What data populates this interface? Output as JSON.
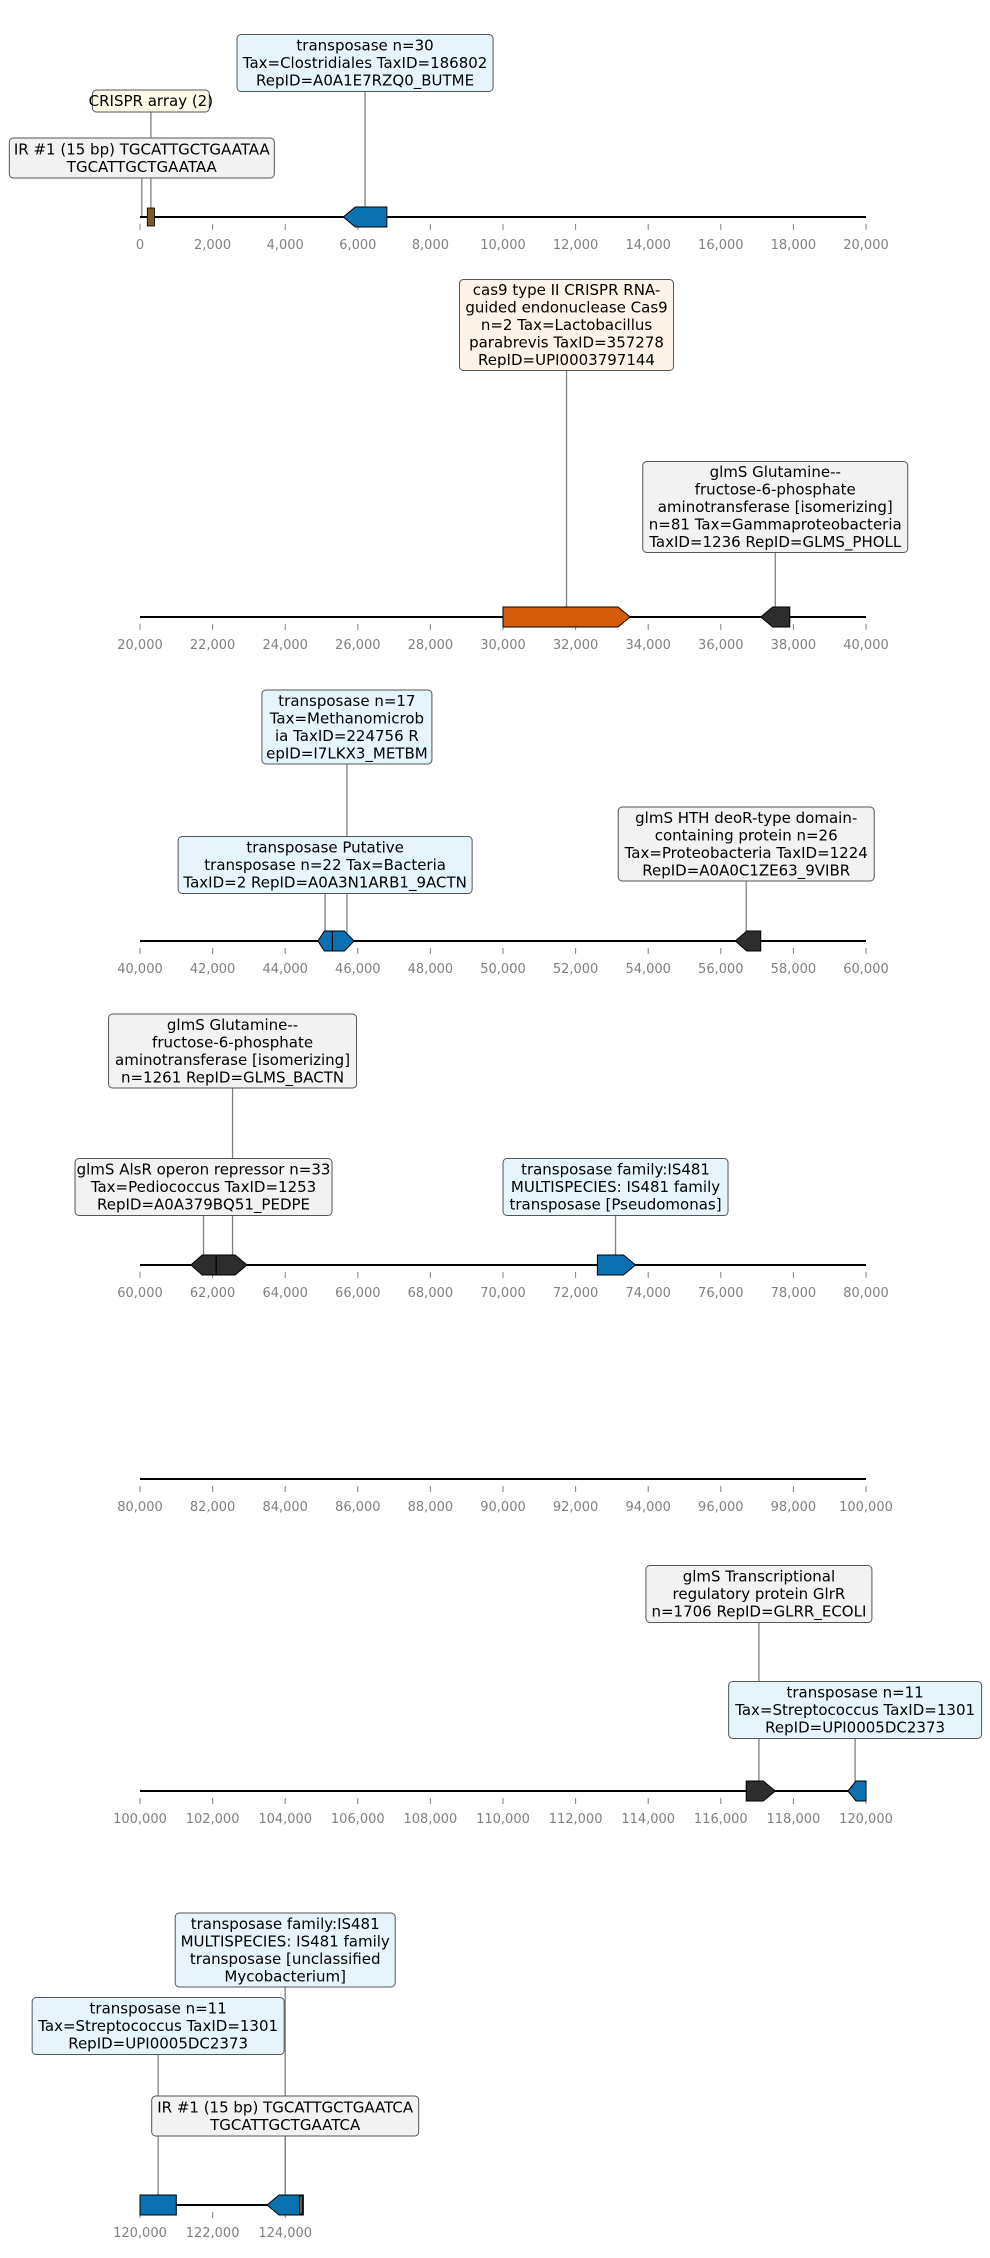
{
  "colors": {
    "transposase": "#0a71b0",
    "transposase_box": "#e6f5fc",
    "glms": "#2d2d2d",
    "glms_box": "#f2f2f2",
    "cas9": "#d35b0a",
    "cas9_box": "#fef3e8",
    "crispr": "#7b5a2a",
    "crispr_box": "#fdfae8",
    "axis": "#000000",
    "tick": "#808080",
    "leader": "#808080"
  },
  "tracks": [
    {
      "range": [
        0,
        20000
      ],
      "ticks": [
        "0",
        "2,000",
        "4,000",
        "6,000",
        "8,000",
        "10,000",
        "12,000",
        "14,000",
        "16,000",
        "18,000",
        "20,000"
      ],
      "features": [
        {
          "kind": "crispr",
          "start": 200,
          "end": 400
        },
        {
          "kind": "transposase",
          "start": 5600,
          "end": 6800,
          "strand": -1
        }
      ],
      "labels": [
        {
          "kind": "crispr",
          "pos": 300,
          "lines": [
            "CRISPR array (2)"
          ]
        },
        {
          "kind": "glms",
          "pos": 50,
          "lines": [
            "IR #1 (15 bp) TGCATTGCTGAATAA",
            "TGCATTGCTGAATAA"
          ]
        },
        {
          "kind": "transposase",
          "pos": 6200,
          "lines": [
            "transposase n=30",
            "Tax=Clostridiales TaxID=186802",
            "RepID=A0A1E7RZQ0_BUTME"
          ]
        }
      ]
    },
    {
      "range": [
        20000,
        40000
      ],
      "ticks": [
        "20,000",
        "22,000",
        "24,000",
        "26,000",
        "28,000",
        "30,000",
        "32,000",
        "34,000",
        "36,000",
        "38,000",
        "40,000"
      ],
      "features": [
        {
          "kind": "cas9",
          "start": 30000,
          "end": 33500,
          "strand": 1
        },
        {
          "kind": "glms",
          "start": 37100,
          "end": 37900,
          "strand": -1
        }
      ],
      "labels": [
        {
          "kind": "cas9",
          "pos": 31750,
          "lines": [
            "cas9 type II CRISPR RNA-",
            "guided endonuclease Cas9",
            "n=2 Tax=Lactobacillus",
            "parabrevis TaxID=357278",
            "RepID=UPI0003797144"
          ]
        },
        {
          "kind": "glms",
          "pos": 37500,
          "lines": [
            "glmS Glutamine--",
            "fructose-6-phosphate",
            "aminotransferase [isomerizing]",
            "n=81 Tax=Gammaproteobacteria",
            "TaxID=1236 RepID=GLMS_PHOLL"
          ]
        }
      ]
    },
    {
      "range": [
        40000,
        60000
      ],
      "ticks": [
        "40,000",
        "42,000",
        "44,000",
        "46,000",
        "48,000",
        "50,000",
        "52,000",
        "54,000",
        "56,000",
        "58,000",
        "60,000"
      ],
      "features": [
        {
          "kind": "transposase",
          "start": 44900,
          "end": 45300,
          "strand": -1
        },
        {
          "kind": "transposase",
          "start": 45300,
          "end": 45900,
          "strand": 1
        },
        {
          "kind": "glms",
          "start": 56400,
          "end": 57100,
          "strand": -1
        }
      ],
      "labels": [
        {
          "kind": "transposase",
          "pos": 45100,
          "lines": [
            "transposase Putative",
            "transposase n=22 Tax=Bacteria",
            "TaxID=2 RepID=A0A3N1ARB1_9ACTN"
          ]
        },
        {
          "kind": "transposase",
          "pos": 45700,
          "lines": [
            "transposase n=17",
            "Tax=Methanomicrob",
            "ia TaxID=224756 R",
            "epID=I7LKX3_METBM"
          ]
        },
        {
          "kind": "glms",
          "pos": 56700,
          "lines": [
            "glmS HTH deoR-type domain-",
            "containing protein n=26",
            "Tax=Proteobacteria TaxID=1224",
            "RepID=A0A0C1ZE63_9VIBR"
          ]
        }
      ]
    },
    {
      "range": [
        60000,
        80000
      ],
      "ticks": [
        "60,000",
        "62,000",
        "64,000",
        "66,000",
        "68,000",
        "70,000",
        "72,000",
        "74,000",
        "76,000",
        "78,000",
        "80,000"
      ],
      "features": [
        {
          "kind": "glms",
          "start": 61400,
          "end": 62100,
          "strand": -1
        },
        {
          "kind": "glms",
          "start": 62100,
          "end": 62950,
          "strand": 1
        },
        {
          "kind": "transposase",
          "start": 72600,
          "end": 73650,
          "strand": 1
        }
      ],
      "labels": [
        {
          "kind": "glms",
          "pos": 61750,
          "lines": [
            "glmS AlsR operon repressor n=33",
            "Tax=Pediococcus TaxID=1253",
            "RepID=A0A379BQ51_PEDPE"
          ]
        },
        {
          "kind": "glms",
          "pos": 62550,
          "lines": [
            "glmS Glutamine--",
            "fructose-6-phosphate",
            "aminotransferase [isomerizing]",
            "n=1261 RepID=GLMS_BACTN"
          ]
        },
        {
          "kind": "transposase",
          "pos": 73100,
          "lines": [
            "transposase family:IS481",
            "MULTISPECIES: IS481 family",
            "transposase [Pseudomonas]"
          ]
        }
      ]
    },
    {
      "range": [
        80000,
        100000
      ],
      "ticks": [
        "80,000",
        "82,000",
        "84,000",
        "86,000",
        "88,000",
        "90,000",
        "92,000",
        "94,000",
        "96,000",
        "98,000",
        "100,000"
      ],
      "features": [],
      "labels": []
    },
    {
      "range": [
        100000,
        120000
      ],
      "ticks": [
        "100,000",
        "102,000",
        "104,000",
        "106,000",
        "108,000",
        "110,000",
        "112,000",
        "114,000",
        "116,000",
        "118,000",
        "120,000"
      ],
      "features": [
        {
          "kind": "glms",
          "start": 116700,
          "end": 117500,
          "strand": 1
        },
        {
          "kind": "transposase",
          "start": 119500,
          "end": 120000,
          "strand": -1
        }
      ],
      "labels": [
        {
          "kind": "glms",
          "pos": 117050,
          "lines": [
            "glmS Transcriptional",
            "regulatory protein GlrR",
            "n=1706 RepID=GLRR_ECOLI"
          ]
        },
        {
          "kind": "transposase",
          "pos": 119700,
          "lines": [
            "transposase n=11",
            "Tax=Streptococcus TaxID=1301",
            "RepID=UPI0005DC2373"
          ]
        }
      ]
    },
    {
      "range": [
        120000,
        140000
      ],
      "ticks": [
        "120,000",
        "122,000",
        "124,000"
      ],
      "features": [
        {
          "kind": "transposase",
          "start": 120000,
          "end": 121000
        },
        {
          "kind": "transposase",
          "start": 123500,
          "end": 124500,
          "strand": -1
        },
        {
          "kind": "crispr",
          "start": 124390,
          "end": 124460
        }
      ],
      "labels": [
        {
          "kind": "transposase",
          "pos": 120500,
          "lines": [
            "transposase n=11",
            "Tax=Streptococcus TaxID=1301",
            "RepID=UPI0005DC2373"
          ]
        },
        {
          "kind": "transposase",
          "pos": 124000,
          "lines": [
            "transposase family:IS481",
            "MULTISPECIES: IS481 family",
            "transposase [unclassified",
            "Mycobacterium]"
          ]
        },
        {
          "kind": "glms",
          "pos": 124000,
          "lines": [
            "IR #1 (15 bp) TGCATTGCTGAATCA",
            "TGCATTGCTGAATCA"
          ]
        }
      ]
    }
  ]
}
